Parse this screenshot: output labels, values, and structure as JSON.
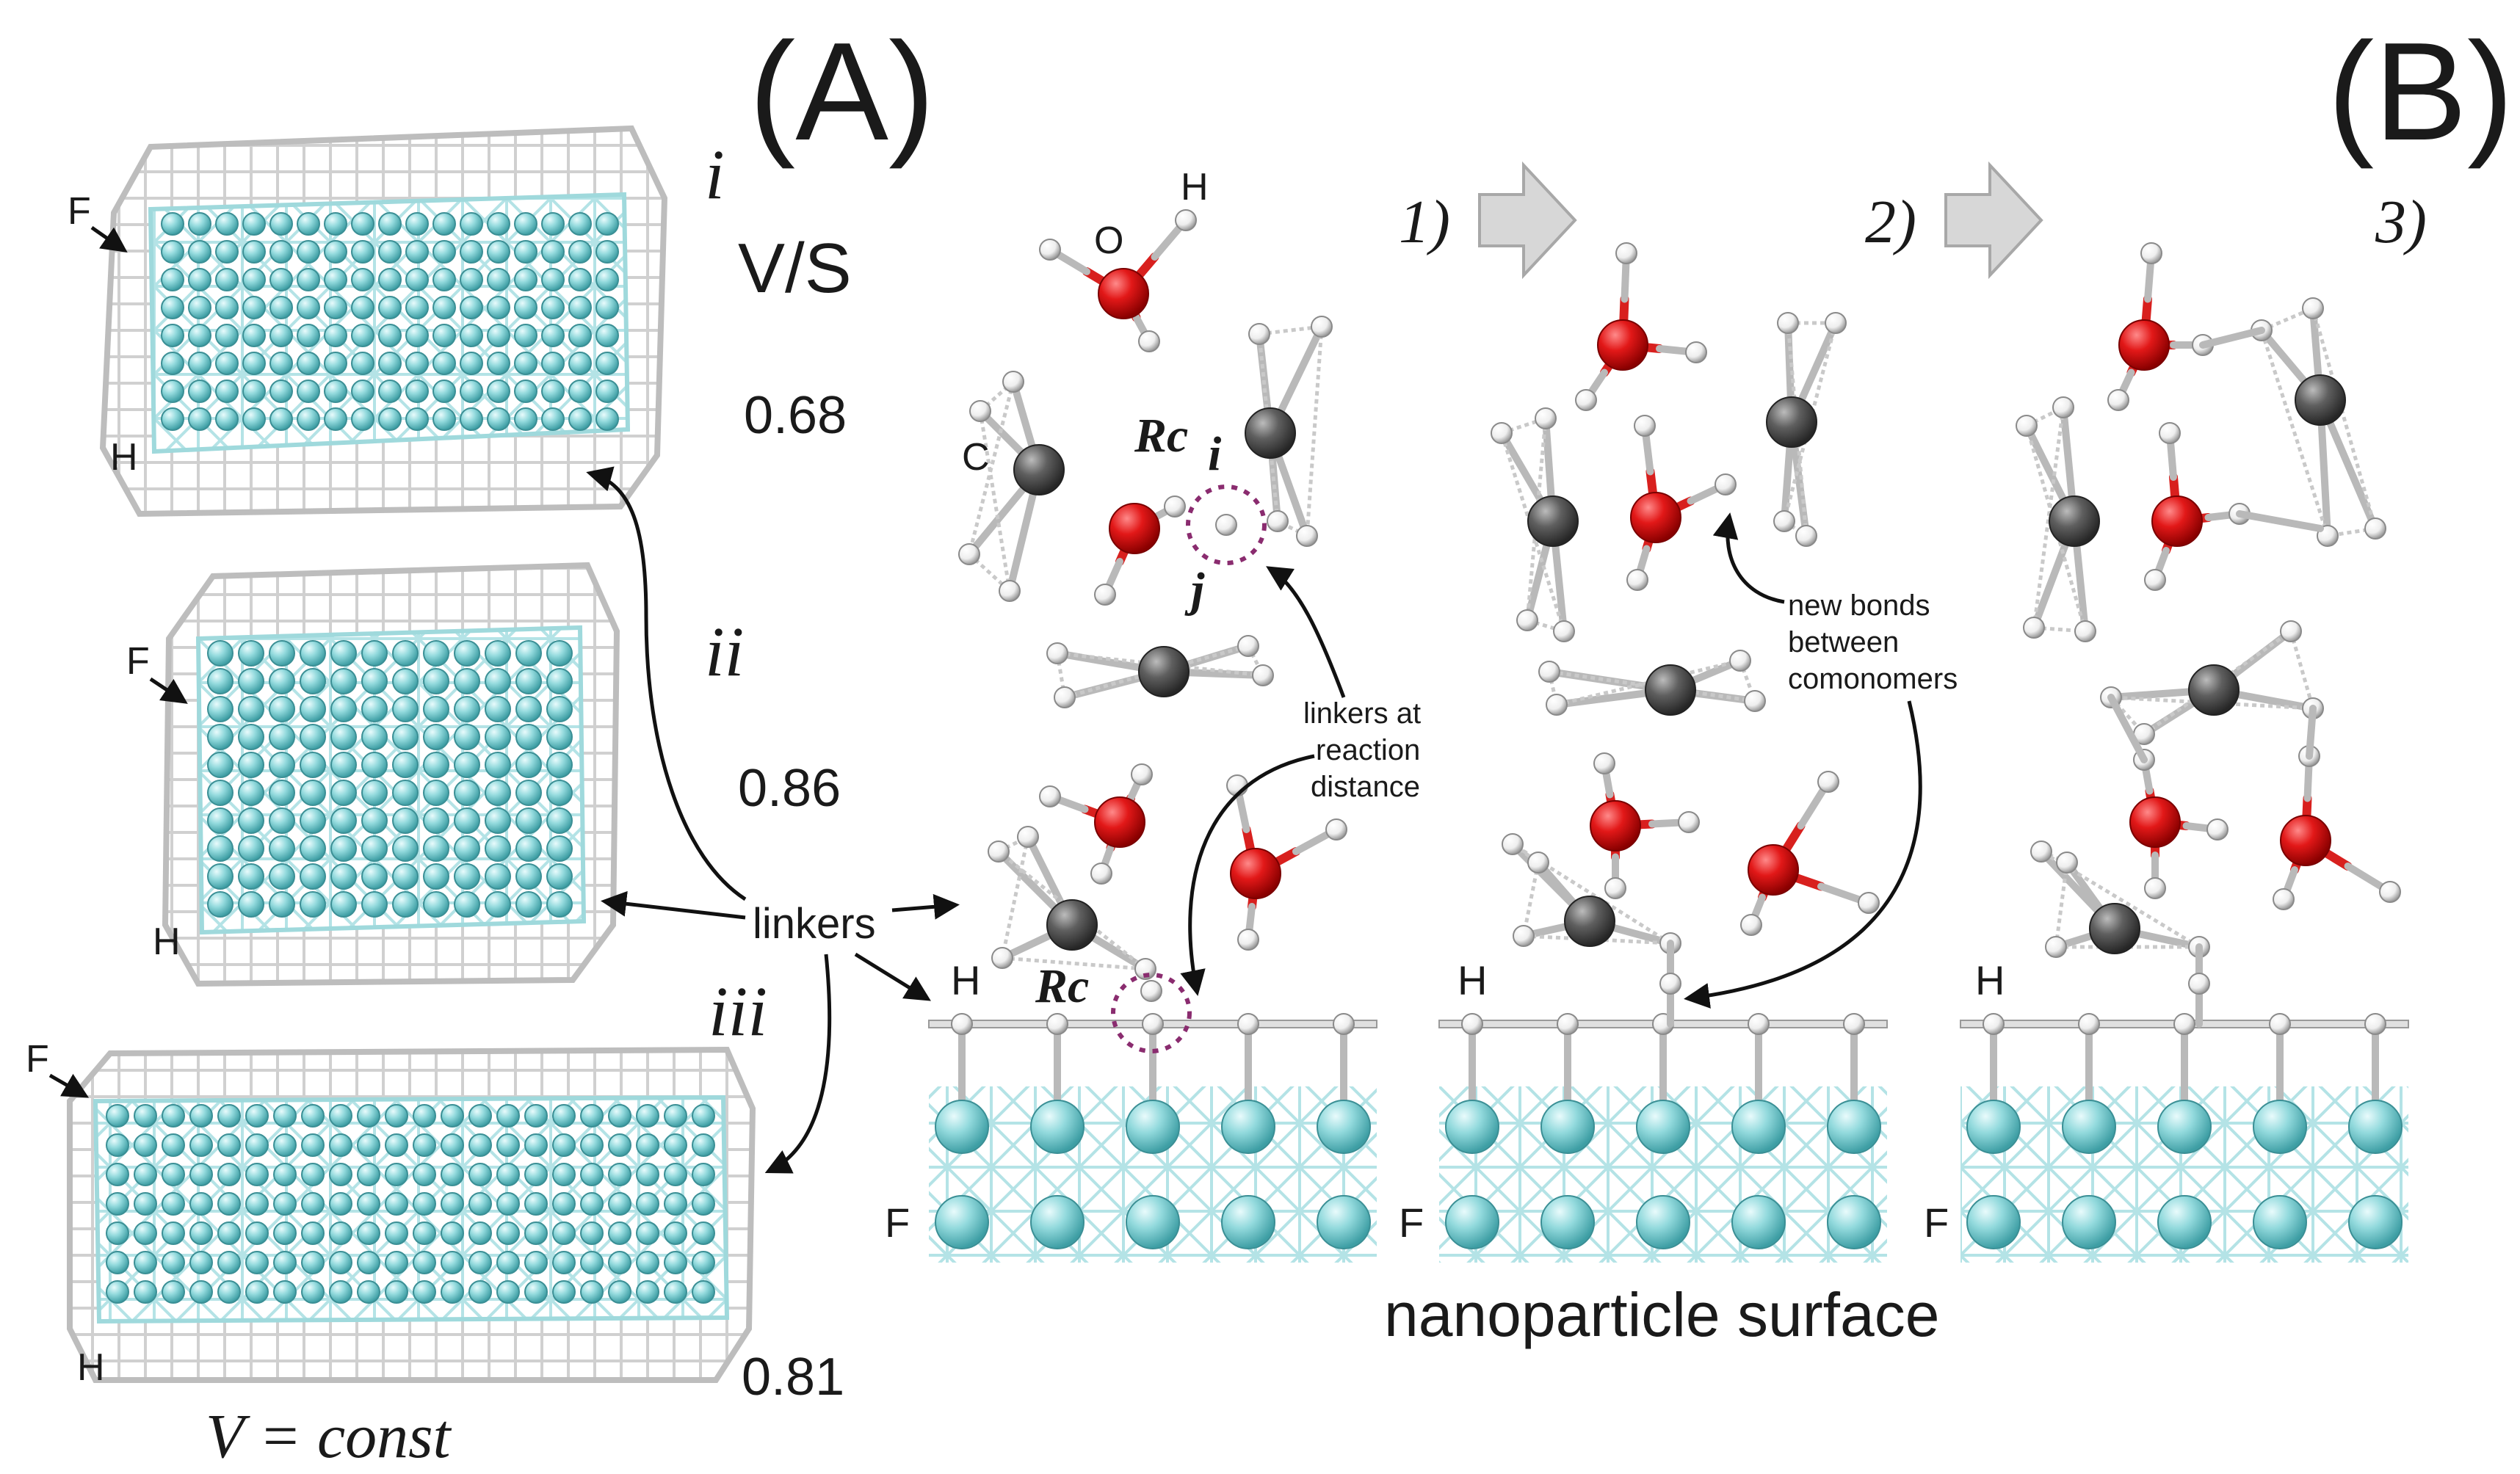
{
  "panel_a": {
    "label": "(A)",
    "row_i": {
      "roman": "i",
      "vs_header": "V/S",
      "value": "0.68"
    },
    "row_ii": {
      "roman": "ii",
      "value": "0.86"
    },
    "row_iii": {
      "roman": "iii",
      "value": "0.81"
    },
    "atom_f": "F",
    "atom_h": "H",
    "linkers": "linkers",
    "footer": "V = const"
  },
  "panel_b": {
    "label": "(B)",
    "steps": [
      "1)",
      "2)",
      "3)"
    ],
    "atom_o": "O",
    "atom_h": "H",
    "atom_c": "C",
    "atom_f": "F",
    "rc": "Rc",
    "i": "i",
    "j": "j",
    "annot_linkers": [
      "linkers at",
      "reaction",
      "distance"
    ],
    "annot_bonds": [
      "new bonds",
      "between",
      "comonomers"
    ],
    "surface": "nanoparticle surface"
  },
  "colors": {
    "teal": "#8fd6da",
    "red": "#e01818",
    "gray": "#5a5a5a",
    "white_atom": "#f2f2f2"
  }
}
